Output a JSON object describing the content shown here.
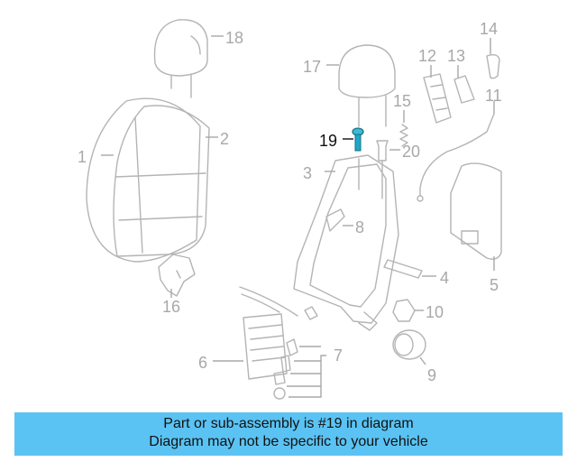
{
  "diagram": {
    "highlighted": "19",
    "callouts": [
      "1",
      "2",
      "3",
      "4",
      "5",
      "6",
      "7",
      "8",
      "9",
      "10",
      "11",
      "12",
      "13",
      "14",
      "15",
      "16",
      "17",
      "18",
      "19",
      "20"
    ],
    "colors": {
      "part": "#b4b4b4",
      "label": "#a8a8a8",
      "highlight": "#111111",
      "highlight_part": "#1fa7c9",
      "banner": "#5bc3f3"
    }
  },
  "banner": {
    "line1": "Part or sub-assembly is #19 in diagram",
    "line2": "Diagram may not be specific to your vehicle"
  }
}
